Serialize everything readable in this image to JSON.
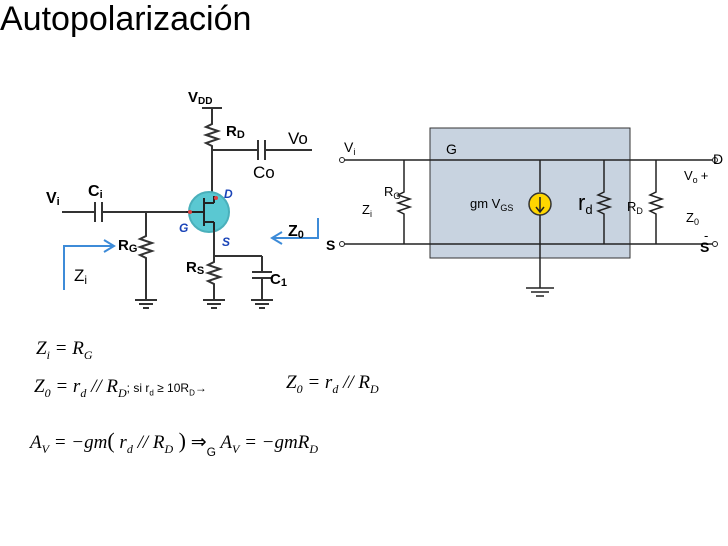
{
  "slide": {
    "title": "Autopolarización"
  },
  "left_circuit": {
    "vdd": "V",
    "vdd_sub": "DD",
    "rd": "R",
    "rd_sub": "D",
    "vo": "Vo",
    "co": "Co",
    "d": "D",
    "g": "G",
    "s": "S",
    "vi": "V",
    "vi_sub": "i",
    "ci": "C",
    "ci_sub": "i",
    "rg": "R",
    "rg_sub": "G",
    "zi": "Z",
    "zi_sub": "i",
    "rs": "R",
    "rs_sub": "S",
    "c1": "C",
    "c1_sub": "1",
    "z0": "Z",
    "z0_sub": "0"
  },
  "right_circuit": {
    "vi": "V",
    "vi_sub": "i",
    "g": "G",
    "d": "D",
    "vo": "V",
    "vo_sub": "o",
    "plus": "+",
    "rg": "R",
    "rg_sub": "G",
    "zi": "Z",
    "zi_sub": "i",
    "gm": "gm V",
    "gm_sub": "GS",
    "rd": "r",
    "rd_sub": "d",
    "rdd": "R",
    "rdd_sub": "D",
    "z0": "Z",
    "z0_sub": "0",
    "minus": "-",
    "s_left": "S",
    "s_right": "S"
  },
  "equations": {
    "eq1": {
      "Z": "Z",
      "i": "i",
      "eq": " = ",
      "R": "R",
      "G": "G"
    },
    "eq2": {
      "Z": "Z",
      "zsub": "0",
      "eq": " = ",
      "r": "r",
      "rsub": "d",
      "par": " // ",
      "R": "R",
      "Rsub": "D",
      "cond": "; si r",
      "cond_sub": "d",
      "cond2": " ≥ 10R",
      "cond2_sub": "D",
      "arrow": "→"
    },
    "eq3": {
      "Z": "Z",
      "zsub": "0",
      "eq": " = ",
      "r": "r",
      "rsub": "d",
      "par": " // ",
      "R": "R",
      "Rsub": "D"
    },
    "eq4": {
      "A": "A",
      "Asub": "V",
      "eq": " = −gm",
      "lp": "(",
      "r": " r",
      "rsub": "d",
      "par": " // ",
      "R": "R",
      "Rsub": "D",
      "rp": " )",
      "imp": " ⇒",
      "g": "G",
      "A2": " A",
      "A2sub": "V",
      "eq2": " = −gmR",
      "R2sub": "D"
    }
  }
}
